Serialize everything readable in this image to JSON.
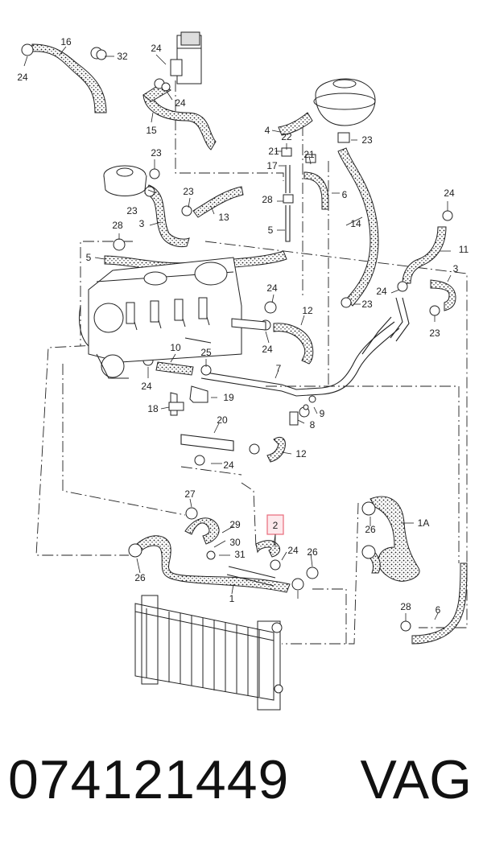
{
  "diagram": {
    "callouts": [
      {
        "id": "c16",
        "label": "16"
      },
      {
        "id": "c32",
        "label": "32"
      },
      {
        "id": "c24a",
        "label": "24"
      },
      {
        "id": "c24b",
        "label": "24"
      },
      {
        "id": "c24c",
        "label": "24"
      },
      {
        "id": "c15",
        "label": "15"
      },
      {
        "id": "c4",
        "label": "4"
      },
      {
        "id": "c22",
        "label": "22"
      },
      {
        "id": "c23a",
        "label": "23"
      },
      {
        "id": "c21a",
        "label": "21"
      },
      {
        "id": "c21b",
        "label": "21"
      },
      {
        "id": "c17",
        "label": "17"
      },
      {
        "id": "c23b",
        "label": "23"
      },
      {
        "id": "c23c",
        "label": "23"
      },
      {
        "id": "c23d",
        "label": "23"
      },
      {
        "id": "c28a",
        "label": "28"
      },
      {
        "id": "c6a",
        "label": "6"
      },
      {
        "id": "c13",
        "label": "13"
      },
      {
        "id": "c3a",
        "label": "3"
      },
      {
        "id": "c5a",
        "label": "5"
      },
      {
        "id": "c14",
        "label": "14"
      },
      {
        "id": "c24d",
        "label": "24"
      },
      {
        "id": "c28b",
        "label": "28"
      },
      {
        "id": "c5b",
        "label": "5"
      },
      {
        "id": "c11",
        "label": "11"
      },
      {
        "id": "c3b",
        "label": "3"
      },
      {
        "id": "c24e",
        "label": "24"
      },
      {
        "id": "c23e",
        "label": "23"
      },
      {
        "id": "c24f",
        "label": "24"
      },
      {
        "id": "c12a",
        "label": "12"
      },
      {
        "id": "c23f",
        "label": "23"
      },
      {
        "id": "c10",
        "label": "10"
      },
      {
        "id": "c25",
        "label": "25"
      },
      {
        "id": "c24g",
        "label": "24"
      },
      {
        "id": "c7",
        "label": "7"
      },
      {
        "id": "c24h",
        "label": "24"
      },
      {
        "id": "c19",
        "label": "19"
      },
      {
        "id": "c9",
        "label": "9"
      },
      {
        "id": "c18",
        "label": "18"
      },
      {
        "id": "c8",
        "label": "8"
      },
      {
        "id": "c20",
        "label": "20"
      },
      {
        "id": "c12b",
        "label": "12"
      },
      {
        "id": "c24i",
        "label": "24"
      },
      {
        "id": "c27",
        "label": "27"
      },
      {
        "id": "c2",
        "label": "2"
      },
      {
        "id": "c1a",
        "label": "1A"
      },
      {
        "id": "c29",
        "label": "29"
      },
      {
        "id": "c30",
        "label": "30"
      },
      {
        "id": "c24j",
        "label": "24"
      },
      {
        "id": "c26a",
        "label": "26"
      },
      {
        "id": "c26b",
        "label": "26"
      },
      {
        "id": "c31",
        "label": "31"
      },
      {
        "id": "c26c",
        "label": "26"
      },
      {
        "id": "c1",
        "label": "1"
      },
      {
        "id": "c28c",
        "label": "28"
      },
      {
        "id": "c6b",
        "label": "6"
      }
    ],
    "highlighted_callout": "2",
    "highlight_color": "#e86a7a",
    "line_color": "#222222"
  },
  "footer": {
    "part_number": "074121449",
    "brand": "VAG"
  }
}
